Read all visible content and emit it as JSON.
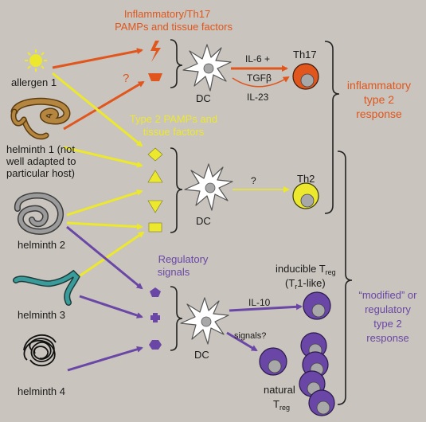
{
  "colors": {
    "background": "#c9c4bd",
    "orange": "#e0561d",
    "yellow": "#ece82e",
    "purple": "#6a47a6",
    "text": "#1a1a1a",
    "dc_fill": "#ffffff",
    "nucleus": "#a8a8a8"
  },
  "headings": {
    "inflammatory_line1": "Inflammatory/Th17",
    "inflammatory_line2": "PAMPs and tissue factors",
    "type2_line1": "Type 2 PAMPs and",
    "type2_line2": "tissue factors",
    "regulatory_line1": "Regulatory",
    "regulatory_line2": "signals"
  },
  "sources": {
    "allergen1": "allergen 1",
    "helminth1_line1": "helminth 1 (not",
    "helminth1_line2": "well adapted to",
    "helminth1_line3": "particular host)",
    "helminth2": "helminth 2",
    "helminth3": "helminth 3",
    "helminth4": "helminth 4"
  },
  "labels": {
    "question_orange": "?",
    "question_yellow": "?",
    "dc1": "DC",
    "dc2": "DC",
    "dc3": "DC",
    "il6": "IL-6 +",
    "tgfb": "TGFβ",
    "il23": "IL-23",
    "th17": "Th17",
    "th2": "Th2",
    "inducible_treg": "inducible T",
    "inducible_treg_sub": "reg",
    "tr1_like_prefix": "(T",
    "tr1_like_sub": "r",
    "tr1_like_suffix": "1-like)",
    "il10": "IL-10",
    "signals_q": "signals?",
    "natural": "natural",
    "natural_treg": "T",
    "natural_treg_sub": "reg"
  },
  "outcomes": {
    "inflammatory_line1": "inflammatory",
    "inflammatory_line2": "type 2",
    "inflammatory_line3": "response",
    "modified_line1": "“modified” or",
    "modified_line2": "regulatory",
    "modified_line3": "type 2",
    "modified_line4": "response"
  }
}
